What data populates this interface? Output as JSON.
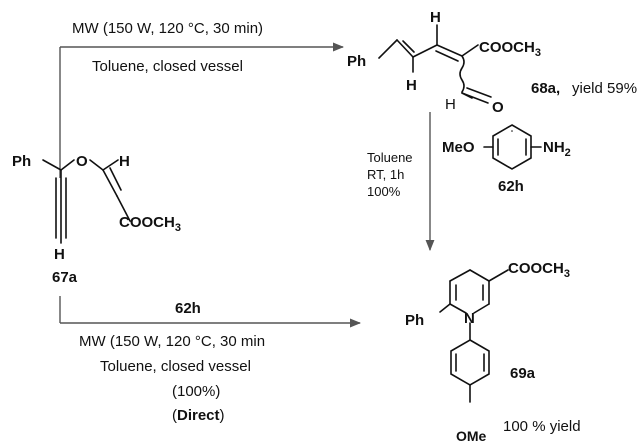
{
  "top_condition_1": "MW (150 W, 120 °C, 30 min)",
  "top_condition_2": "Toluene, closed vessel",
  "compound_68a": {
    "label": "68a,",
    "yield": "yield 59%",
    "H1": "H",
    "H2": "H",
    "H3": "H",
    "O": "O",
    "Ph": "Ph",
    "ester_main": "COOCH",
    "ester_sub": "3"
  },
  "compound_67a": {
    "label": "67a",
    "Ph": "Ph",
    "O": "O",
    "H_top": "H",
    "H_bottom": "H",
    "ester_main": "COOCH",
    "ester_sub": "3"
  },
  "compound_62h": {
    "label": "62h",
    "MeO": "MeO",
    "NH_main": "NH",
    "NH_sub": "2"
  },
  "middle_conditions": {
    "solvent": "Toluene",
    "time": "RT, 1h",
    "yield": "100%"
  },
  "bottom_reagent": "62h",
  "bottom_conditions": {
    "line1": "MW (150 W, 120 °C, 30 min",
    "line2": "Toluene, closed vessel",
    "line3": "(100%)",
    "line4_open": "(",
    "line4_bold": "Direct",
    "line4_close": ")"
  },
  "compound_69a": {
    "label": "69a",
    "yield": "100 % yield",
    "Ph": "Ph",
    "N": "N",
    "OMe": "OMe",
    "ester_main": "COOCH",
    "ester_sub": "3"
  }
}
